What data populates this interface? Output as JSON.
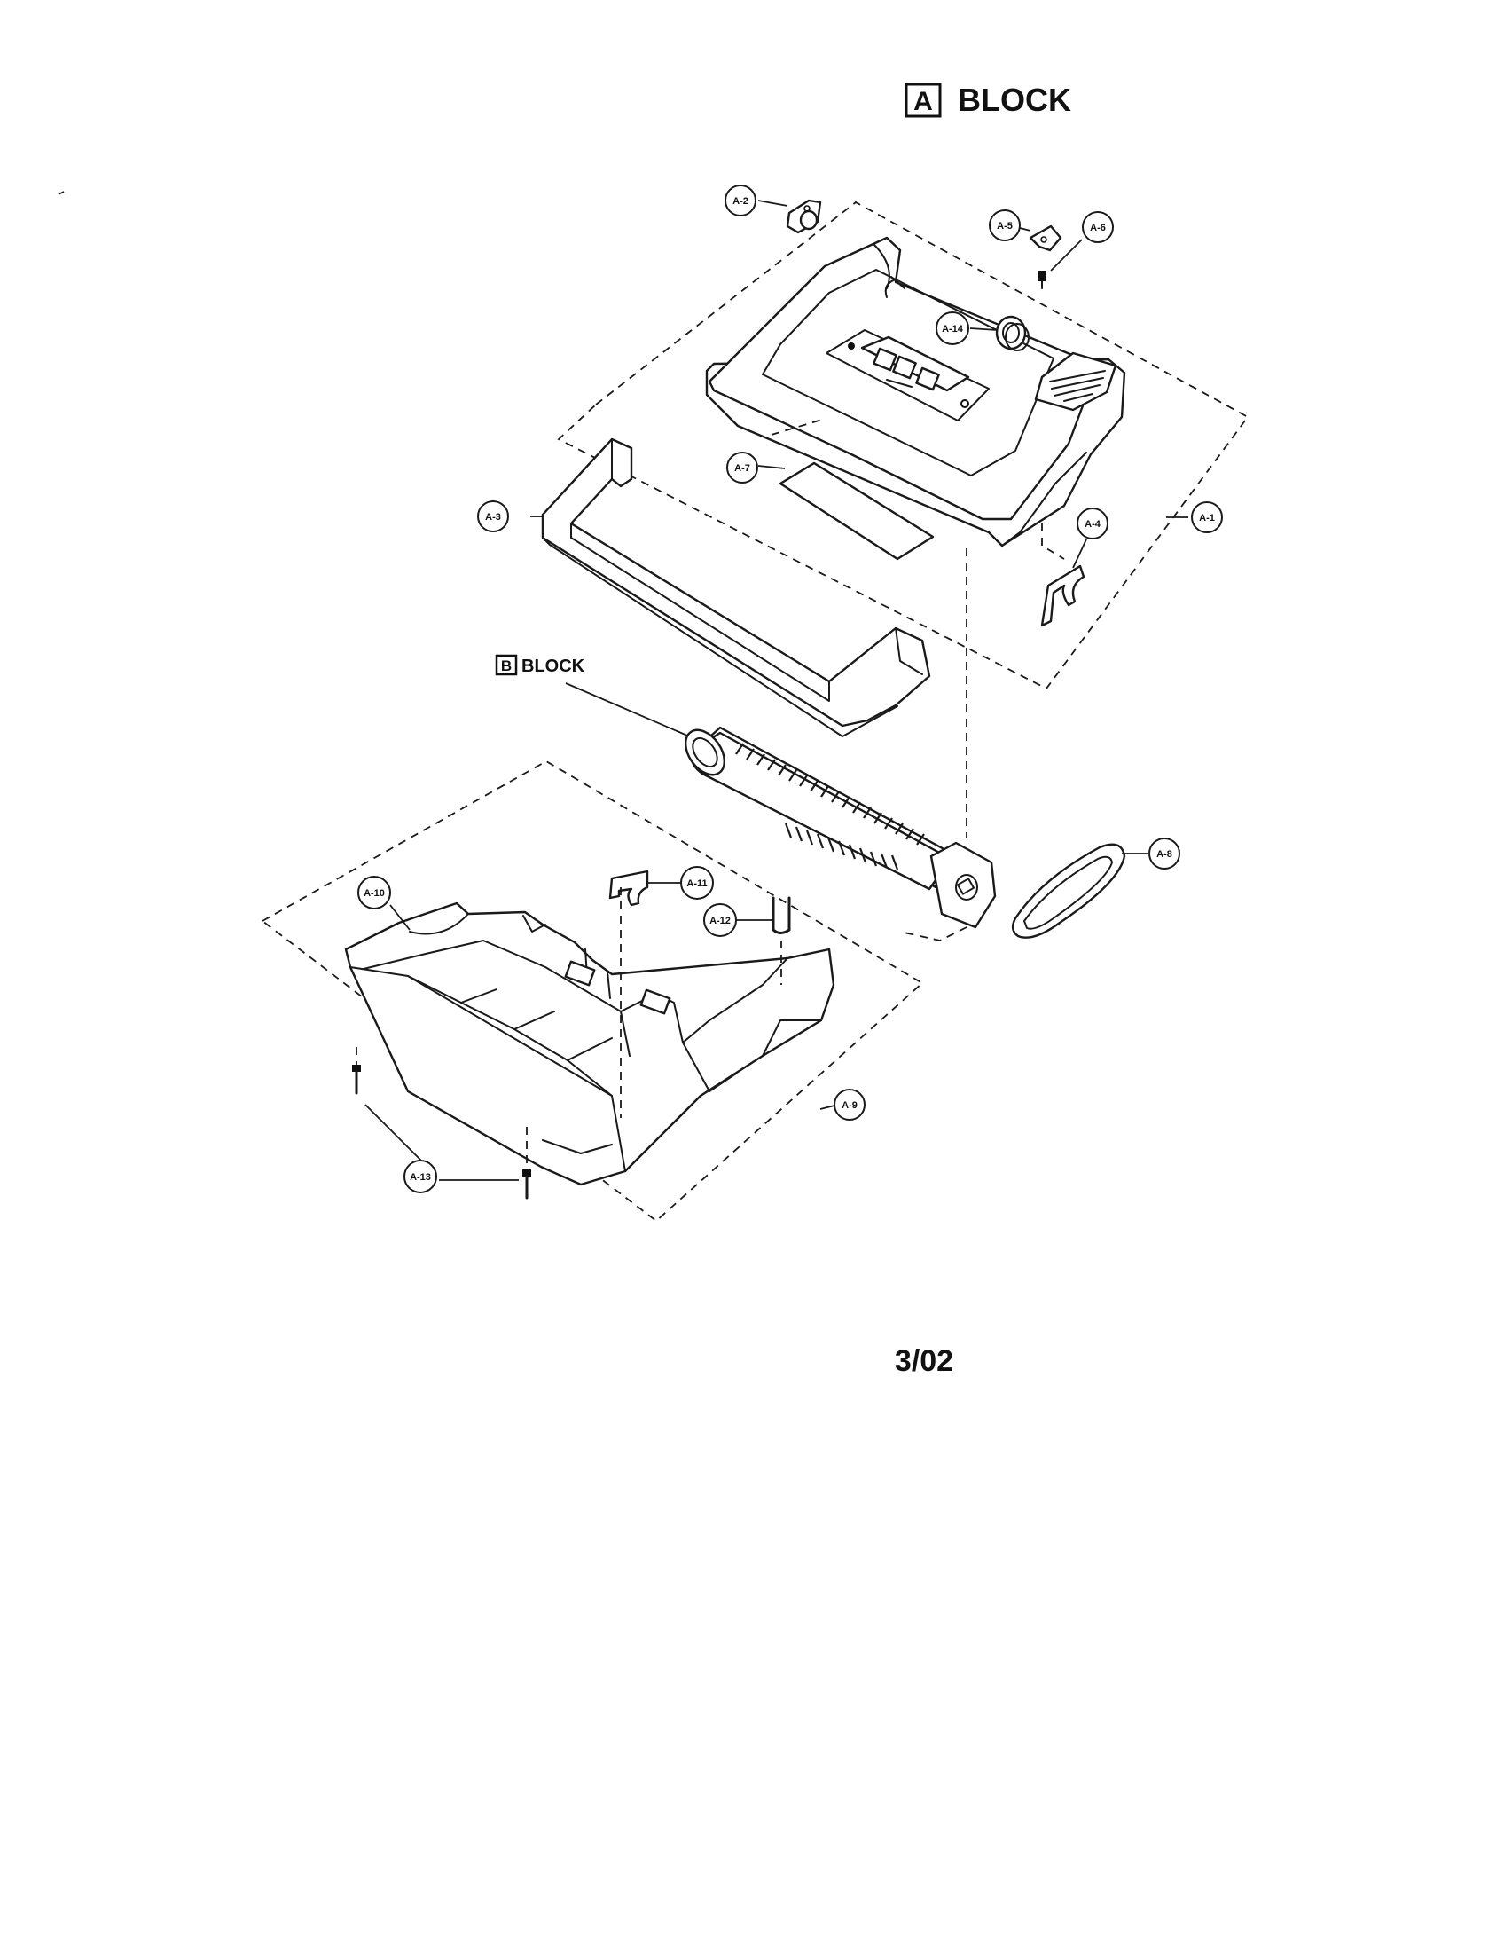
{
  "header": {
    "block_letter": "A",
    "block_word": "BLOCK"
  },
  "sub_block": {
    "block_letter": "B",
    "block_word": "BLOCK"
  },
  "callouts": [
    {
      "id": "a1",
      "label": "A-1"
    },
    {
      "id": "a2",
      "label": "A-2"
    },
    {
      "id": "a3",
      "label": "A-3"
    },
    {
      "id": "a4",
      "label": "A-4"
    },
    {
      "id": "a5",
      "label": "A-5"
    },
    {
      "id": "a6",
      "label": "A-6"
    },
    {
      "id": "a7",
      "label": "A-7"
    },
    {
      "id": "a8",
      "label": "A-8"
    },
    {
      "id": "a9",
      "label": "A-9"
    },
    {
      "id": "a10",
      "label": "A-10"
    },
    {
      "id": "a11",
      "label": "A-11"
    },
    {
      "id": "a12",
      "label": "A-12"
    },
    {
      "id": "a13",
      "label": "A-13"
    },
    {
      "id": "a14",
      "label": "A-14"
    }
  ],
  "footer": {
    "revision": "3/02"
  }
}
